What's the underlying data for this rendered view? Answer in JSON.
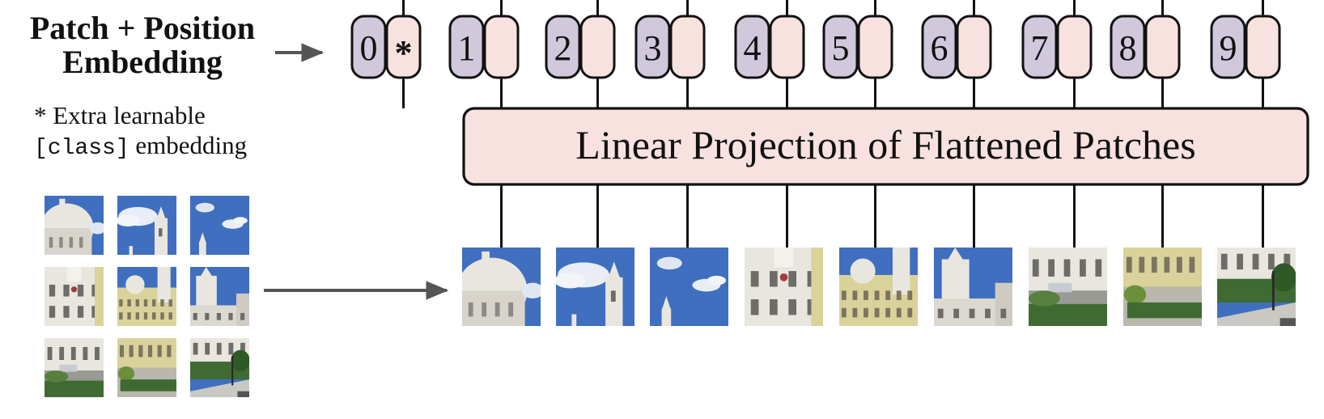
{
  "title": {
    "line1": "Patch + Position",
    "line2": "Embedding"
  },
  "note": {
    "prefix": "* Extra learnable",
    "code": "[class]",
    "suffix": " embedding"
  },
  "projection": {
    "label": "Linear Projection of Flattened Patches"
  },
  "tokens": [
    {
      "position": "0",
      "embedding": "*"
    },
    {
      "position": "1",
      "embedding": ""
    },
    {
      "position": "2",
      "embedding": ""
    },
    {
      "position": "3",
      "embedding": ""
    },
    {
      "position": "4",
      "embedding": ""
    },
    {
      "position": "5",
      "embedding": ""
    },
    {
      "position": "6",
      "embedding": ""
    },
    {
      "position": "7",
      "embedding": ""
    },
    {
      "position": "8",
      "embedding": ""
    },
    {
      "position": "9",
      "embedding": ""
    }
  ],
  "patches": [
    {
      "grid_row": 1,
      "grid_col": 1,
      "scene": "dome-sky"
    },
    {
      "grid_row": 1,
      "grid_col": 2,
      "scene": "cloud-tower"
    },
    {
      "grid_row": 1,
      "grid_col": 3,
      "scene": "sky-spire"
    },
    {
      "grid_row": 2,
      "grid_col": 1,
      "scene": "facade-windows"
    },
    {
      "grid_row": 2,
      "grid_col": 2,
      "scene": "yellow-palace"
    },
    {
      "grid_row": 2,
      "grid_col": 3,
      "scene": "tower-wing"
    },
    {
      "grid_row": 3,
      "grid_col": 1,
      "scene": "courtyard-cars"
    },
    {
      "grid_row": 3,
      "grid_col": 2,
      "scene": "hedge-garden"
    },
    {
      "grid_row": 3,
      "grid_col": 3,
      "scene": "street-lamp"
    }
  ],
  "colors": {
    "position": "#d1c8db",
    "embedding": "#f8e2e0",
    "projection": "#f8e2e0",
    "stroke": "#111111",
    "arrow": "#555555",
    "sky": "#3f6fbe",
    "building": "#e9e6df",
    "palace": "#d9d29a",
    "garden": "#3f6b33"
  }
}
